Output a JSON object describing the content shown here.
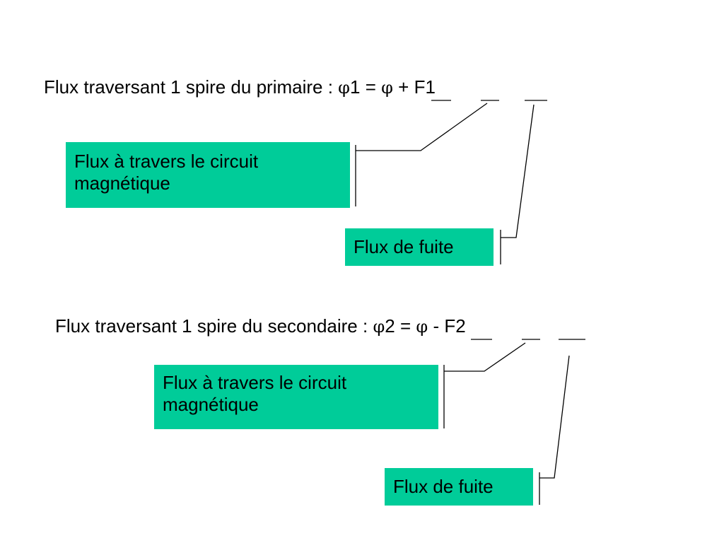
{
  "primary": {
    "label": "Flux traversant 1 spire du primaire :",
    "phi_symbol": "φ",
    "sub": "1",
    "equals": "=",
    "phi_main": "φ",
    "op": "+",
    "leak_term": "F1",
    "magnetic_box_line1": "Flux à travers le circuit",
    "magnetic_box_line2": "magnétique",
    "leak_box": "Flux de fuite"
  },
  "secondary": {
    "label": "Flux traversant 1 spire du secondaire :",
    "phi_symbol": "φ",
    "sub": "2",
    "equals": "=",
    "phi_main": "φ",
    "op": "-",
    "leak_term": "F2",
    "magnetic_box_line1": "Flux à travers le circuit",
    "magnetic_box_line2": "magnétique",
    "leak_box": "Flux de fuite"
  },
  "colors": {
    "box_fill": "#00cc99",
    "line": "#000000"
  }
}
